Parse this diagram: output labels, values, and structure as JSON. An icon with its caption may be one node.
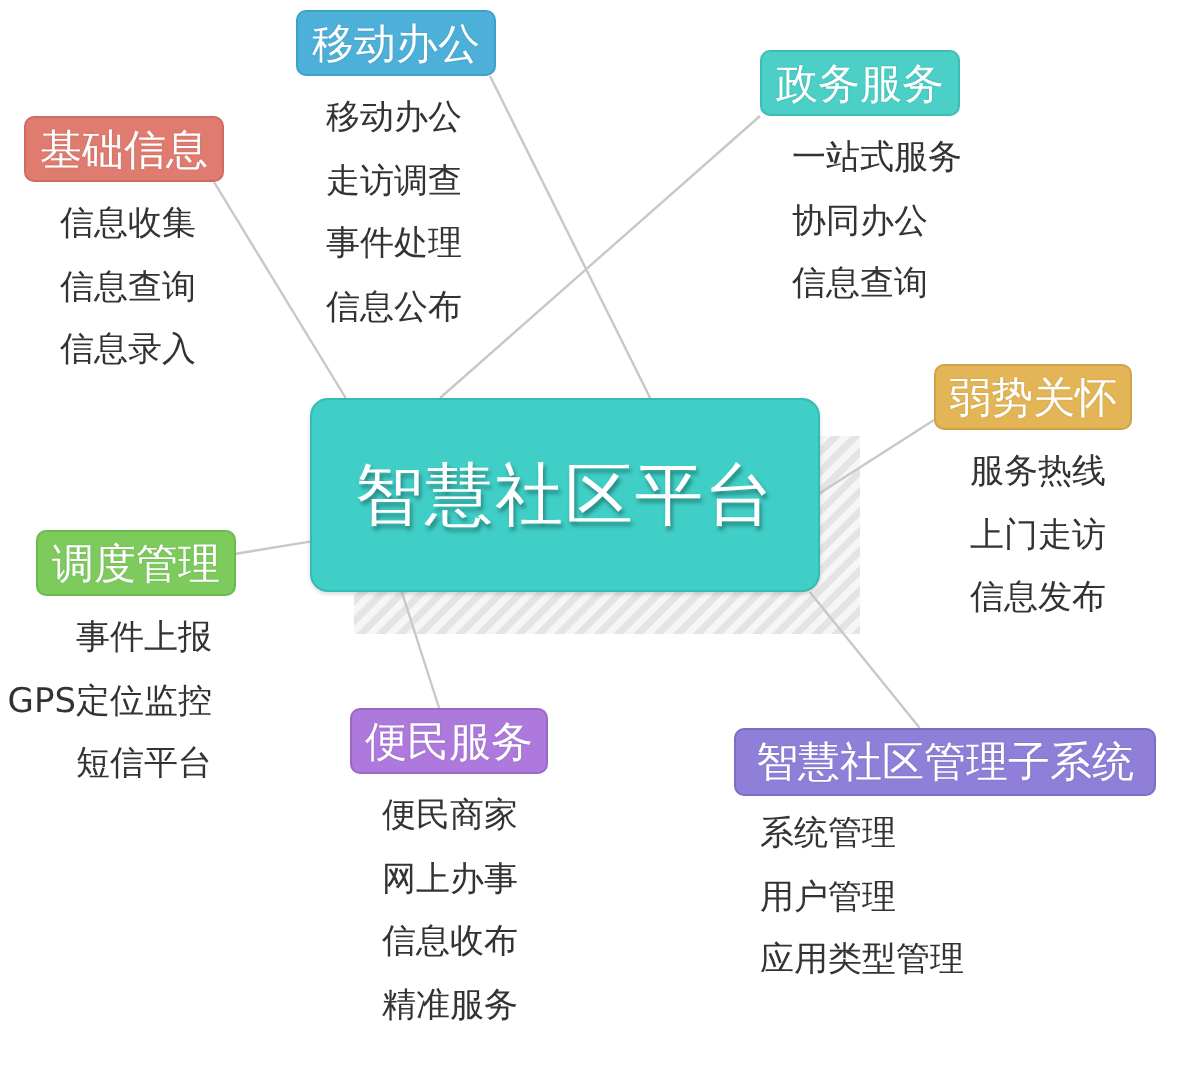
{
  "diagram": {
    "nodes": [
      {
        "text": [
          "智慧社区平台"
        ]
      },
      {
        "text": [
          "基础信息"
        ],
        "beside": [
          "信息收集",
          "信息查询",
          "信息录入"
        ]
      },
      {
        "text": [
          "移动办公"
        ],
        "beside": [
          "移动办公",
          "走访调查",
          "事件处理",
          "信息公布"
        ]
      },
      {
        "text": [
          "政务服务"
        ],
        "beside": [
          "一站式服务",
          "协同办公",
          "信息查询"
        ]
      },
      {
        "text": [
          "弱势关怀"
        ],
        "beside": [
          "服务热线",
          "上门走访",
          "信息发布"
        ]
      },
      {
        "text": [
          "调度管理"
        ],
        "beside": [
          "事件上报",
          "GPS定位监控",
          "短信平台"
        ]
      },
      {
        "text": [
          "便民服务"
        ],
        "beside": [
          "便民商家",
          "网上办事",
          "信息收布",
          "精准服务"
        ]
      },
      {
        "text": [
          "智慧社区管理子系统"
        ],
        "beside": [
          "系统管理",
          "用户管理",
          "应用类型管理"
        ]
      }
    ],
    "edges": [
      {
        "from": 0,
        "to": 1,
        "arrow": "none"
      },
      {
        "from": 0,
        "to": 2,
        "arrow": "none"
      },
      {
        "from": 0,
        "to": 3,
        "arrow": "none"
      },
      {
        "from": 0,
        "to": 4,
        "arrow": "none"
      },
      {
        "from": 0,
        "to": 5,
        "arrow": "none"
      },
      {
        "from": 0,
        "to": 6,
        "arrow": "none"
      },
      {
        "from": 0,
        "to": 7,
        "arrow": "none"
      }
    ]
  }
}
